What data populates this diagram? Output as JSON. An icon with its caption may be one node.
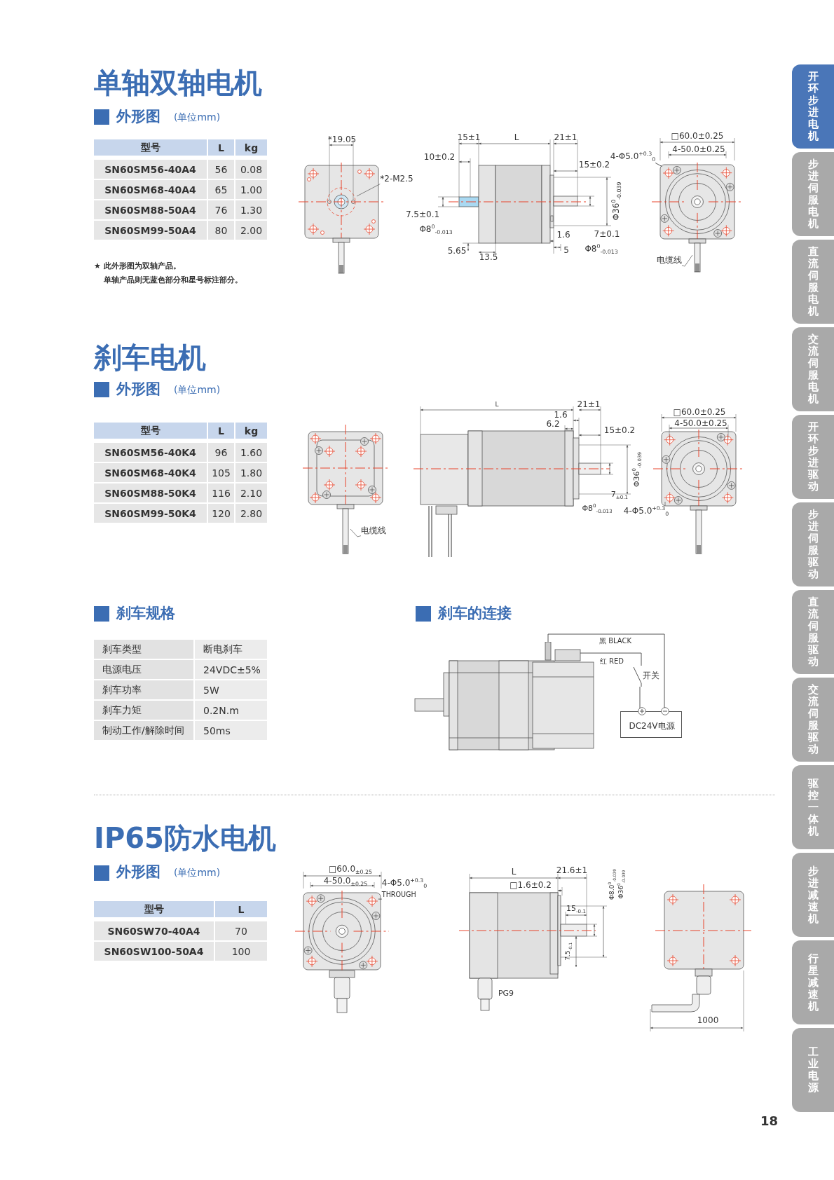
{
  "diagram": {
    "nodes": [
      {
        "text": [
          "*2-M2.5"
        ]
      },
      {
        "text": [
          "4-Φ5.0$^{+0.3}$$_{0}$"
        ]
      },
      {
        "text": [
          "电缆线"
        ]
      },
      {
        "text": [
          "4-Φ5.0$^{+0.3}$$_{0}$"
        ]
      },
      {
        "text": [
          "电缆线"
        ]
      },
      {
        "text": [
          "4-Φ5.0$^{+0.3}$$_{0}$",
          "THROUGH"
        ]
      },
      {
        "text": [],
        "shape": "picture"
      },
      {
        "text": [
          "开关"
        ]
      },
      {
        "text": [
          "DC24V电源"
        ]
      },
      {
        "text": [
          "开环步进电机"
        ]
      },
      {
        "text": [
          "步进伺服电机"
        ]
      },
      {
        "text": [
          "直流伺服电机"
        ]
      },
      {
        "text": [
          "交流伺服电机"
        ]
      },
      {
        "text": [
          "开环步进驱动"
        ]
      },
      {
        "text": [
          "步进伺服驱动"
        ]
      },
      {
        "text": [
          "直流伺服驱动"
        ]
      },
      {
        "text": [
          "交流伺服驱动"
        ]
      },
      {
        "text": [
          "驱控一体机"
        ]
      },
      {
        "text": [
          "步进减速机"
        ]
      },
      {
        "text": [
          "行星减速机"
        ]
      },
      {
        "text": [
          "工业电源"
        ]
      },
      {
        "text": [],
        "shape": "circle"
      },
      {
        "text": [],
        "shape": "circle"
      }
    ],
    "edges": [
      {
        "from": 0,
        "to": null,
        "arrow": "none"
      },
      {
        "from": 1,
        "to": 21,
        "arrow": "none"
      },
      {
        "from": 2,
        "to": null,
        "arrow": "none"
      },
      {
        "from": 3,
        "to": null,
        "arrow": "none"
      },
      {
        "from": 4,
        "to": null,
        "arrow": "none"
      },
      {
        "from": 5,
        "to": 22,
        "arrow": "none"
      },
      {
        "from": 6,
        "to": 8,
        "arrow": "none",
        "label": "黑 BLACK"
      },
      {
        "from": 6,
        "to": 7,
        "arrow": "none",
        "label": "红 RED"
      },
      {
        "from": 7,
        "to": 8,
        "arrow": "none"
      }
    ],
    "labels": [
      "单轴双轴电机",
      "外形图",
      "(单位mm)",
      "型号",
      "L",
      "kg",
      "SN60SM56-40A4",
      "56",
      "0.08",
      "SN60SM68-40A4",
      "65",
      "1.00",
      "SN60SM88-50A4",
      "76",
      "1.30",
      "SN60SM99-50A4",
      "80",
      "2.00",
      "★ 此外形图为双轴产品。",
      "单轴产品则无蓝色部分和星号标注部分。",
      "*19.05",
      "15±1",
      "L",
      "21±1",
      "10±0.2",
      "15±0.2",
      "7.5±0.1",
      "Φ8$^{0}$$_{-0.013}$",
      "Φ36$^{0}$$_{-0.039}$",
      "1.6",
      "7±0.1",
      "5.65",
      "13.5",
      "5",
      "Φ8$^{0}$$_{-0.013}$",
      "□60.0±0.25",
      "4-50.0±0.25",
      "刹车电机",
      "外形图",
      "(单位mm)",
      "型号",
      "L",
      "kg",
      "SN60SM56-40K4",
      "96",
      "1.60",
      "SN60SM68-40K4",
      "105",
      "1.80",
      "SN60SM88-50K4",
      "116",
      "2.10",
      "SN60SM99-50K4",
      "120",
      "2.80",
      "L",
      "21±1",
      "1.6",
      "6.2",
      "15±0.2",
      "Φ36$^{0}$$_{-0.039}$",
      "7$_{±0.1}$",
      "Φ8$^{0}$$_{-0.013}$",
      "□60.0±0.25",
      "4-50.0±0.25",
      "刹车规格",
      "刹车的连接",
      "刹车类型",
      "断电刹车",
      "电源电压",
      "24VDC±5%",
      "刹车功率",
      "5W",
      "刹车力矩",
      "0.2N.m",
      "制动工作/解除时间",
      "50ms",
      "IP65防水电机",
      "外形图",
      "(单位mm)",
      "型号",
      "L",
      "SN60SW70-40A4",
      "70",
      "SN60SW100-50A4",
      "100",
      "□60.0$_{±0.25}$",
      "4-50.0$_{±0.25}$",
      "L",
      "21.6±1",
      "□1.6±0.2",
      "Φ8.0$^{0}$$_{-0.039}$",
      "Φ36$^{0}$$_{-0.039}$",
      "15$_{-0.1}$",
      "7.5$_{-0.1}$",
      "PG9",
      "1000",
      "18"
    ]
  }
}
